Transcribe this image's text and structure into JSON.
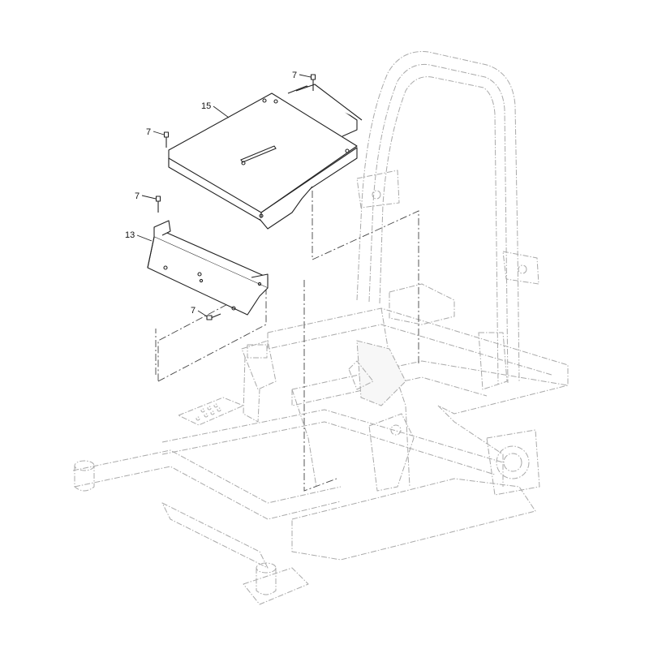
{
  "diagram": {
    "callouts": [
      {
        "id": "c7a",
        "label": "7"
      },
      {
        "id": "c15",
        "label": "15"
      },
      {
        "id": "c7b",
        "label": "7"
      },
      {
        "id": "c7c",
        "label": "7"
      },
      {
        "id": "c13",
        "label": "13"
      },
      {
        "id": "c7d",
        "label": "7"
      }
    ]
  }
}
